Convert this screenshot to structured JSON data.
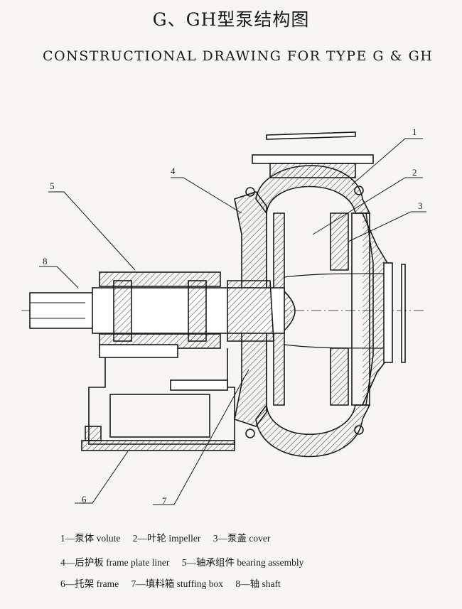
{
  "title": "G、GH型泵结构图",
  "subtitle": "CONSTRUCTIONAL DRAWING FOR TYPE G & GH",
  "callouts": [
    "1",
    "2",
    "3",
    "4",
    "5",
    "6",
    "7",
    "8"
  ],
  "legend": {
    "row1": [
      "1—泵体 volute",
      "2—叶轮 impeller",
      "3—泵盖 cover"
    ],
    "row2": [
      "4—后护板 frame plate liner",
      "5—轴承组件 bearing assembly"
    ],
    "row3": [
      "6—托架 frame",
      "7—填料箱 stuffing box",
      "8—轴 shaft"
    ]
  }
}
